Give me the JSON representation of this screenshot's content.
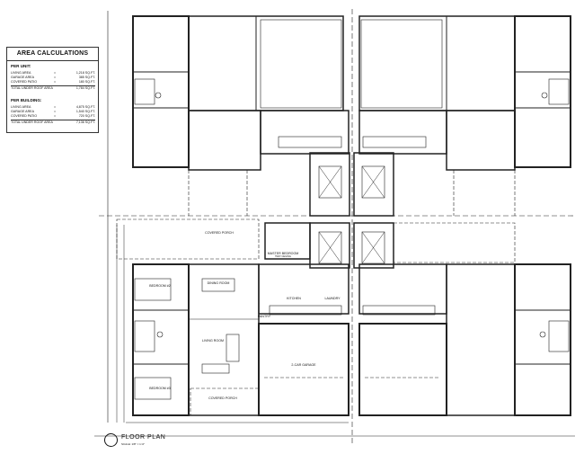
{
  "area_calculations": {
    "title": "AREA CALCULATIONS",
    "per_unit": {
      "heading": "PER UNIT:",
      "rows": [
        {
          "label": "LIVING AREA",
          "eq": "=",
          "value": "1,218 SQ.FT."
        },
        {
          "label": "GARAGE AREA",
          "eq": "=",
          "value": "385 SQ.FT."
        },
        {
          "label": "COVERED PATIO",
          "eq": "=",
          "value": "180 SQ.FT."
        }
      ],
      "total_label": "TOTAL UNDER ROOF AREA",
      "total_value": "1,784 SQ.FT."
    },
    "per_building": {
      "heading": "PER BUILDING:",
      "rows": [
        {
          "label": "LIVING AREA",
          "eq": "=",
          "value": "4,875 SQ.FT."
        },
        {
          "label": "GARAGE AREA",
          "eq": "=",
          "value": "1,540 SQ.FT."
        },
        {
          "label": "COVERED PATIO",
          "eq": "=",
          "value": "720 SQ.FT."
        }
      ],
      "total_label": "TOTAL UNDER ROOF AREA",
      "total_value": "7,136 SQ.FT."
    }
  },
  "rooms": {
    "covered_porch_top": "COVERED PORCH",
    "master_bedroom": "MASTER BEDROOM",
    "master_bedroom_sub": "TRAY CEILING",
    "bedroom_2": "BEDROOM #2",
    "dining_room": "DINING ROOM",
    "kitchen": "KITCHEN",
    "laundry": "LAUNDRY",
    "pantry": "PANTRY",
    "living_room": "LIVING ROOM",
    "garage": "2-CAR GARAGE",
    "bedroom_3": "BEDROOM #3",
    "covered_porch_bottom": "COVERED PORCH"
  },
  "title_block": {
    "title": "FLOOR PLAN",
    "scale": "SCALE: 1/8\" = 1'-0\""
  }
}
